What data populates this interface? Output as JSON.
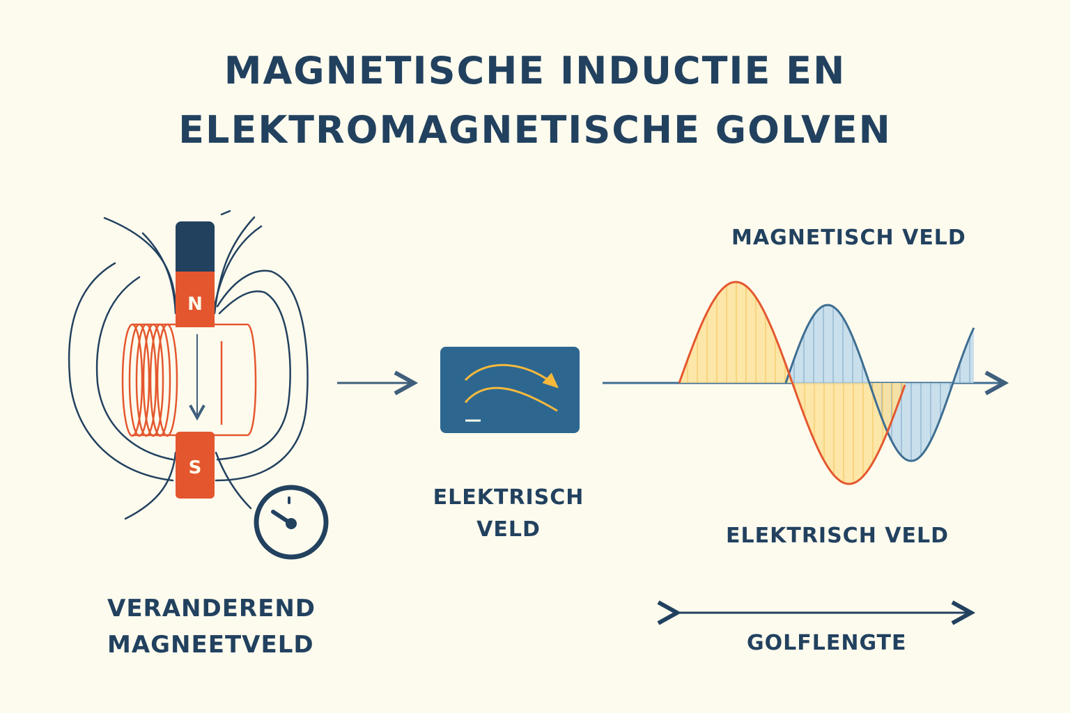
{
  "title": {
    "line1": "MAGNETISCHE INDUCTIE EN",
    "line2": "ELEKTROMAGNETISCHE GOLVEN"
  },
  "magnet": {
    "north": "N",
    "south": "S"
  },
  "labels": {
    "changing_field_line1": "VERANDEREND",
    "changing_field_line2": "MAGNEETVELD",
    "electric_field_box_line1": "ELEKTRISCH",
    "electric_field_box_line2": "VELD",
    "magnetic_field": "MAGNETISCH VELD",
    "electric_field": "ELEKTRISCH VELD",
    "wavelength": "GOLFLENGTE"
  },
  "colors": {
    "navy": "#22415F",
    "orange": "#E4572E",
    "yellow_fill": "#FCE29B",
    "blue_fill": "#BFD9EA",
    "blue_wave": "#3E6E92",
    "screen": "#2D6790",
    "screen_curve": "#F6B93B",
    "background": "#FDFBEE"
  }
}
